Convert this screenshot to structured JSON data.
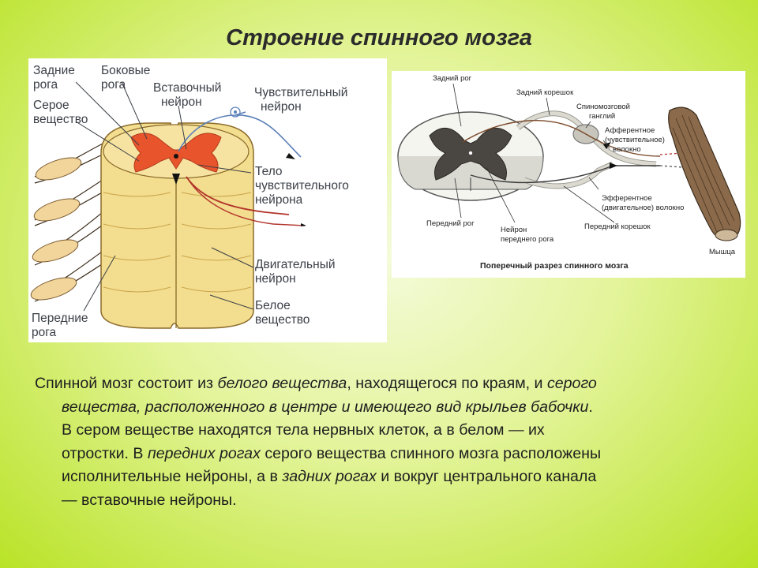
{
  "title": "Строение спинного мозга",
  "left_diagram": {
    "labels": {
      "posterior_horns": [
        "Задние",
        "рога"
      ],
      "lateral_horns": [
        "Боковые",
        "рога"
      ],
      "interneuron": [
        "Вставочный",
        "нейрон"
      ],
      "sensory_neuron": [
        "Чувствительный",
        "нейрон"
      ],
      "gray_matter": [
        "Серое",
        "вещество"
      ],
      "sensory_neuron_body": [
        "Тело",
        "чувствительного",
        "нейрона"
      ],
      "motor_neuron": [
        "Двигательный",
        "нейрон"
      ],
      "white_matter": [
        "Белое",
        "вещество"
      ],
      "anterior_horns": [
        "Передние",
        "рога"
      ]
    }
  },
  "right_diagram": {
    "labels": {
      "posterior_horn": "Задний рог",
      "posterior_root": "Задний корешок",
      "spinal_ganglion": [
        "Спиномозговой",
        "ганглий"
      ],
      "afferent_fiber": [
        "Афферентное",
        "(чувствительное)",
        "волокно"
      ],
      "efferent_fiber": [
        "Эфферентное",
        "(двигательное) волокно"
      ],
      "anterior_horn": "Передний рог",
      "anterior_horn_neuron": [
        "Нейрон",
        "переднего рога"
      ],
      "anterior_root": "Передний корешок",
      "muscle": "Мышца"
    },
    "caption": "Поперечный разрез спинного мозга"
  },
  "paragraph": {
    "s1a": "Спинной мозг состоит из ",
    "s1b": "белого вещества",
    "s1c": ", находящегося по краям, и ",
    "s1d": "серого",
    "s2": "вещества, расположенного в центре и имеющего вид крыльев бабочки",
    "s2end": ".",
    "s3": "В сером веществе находятся тела нервных клеток, а в белом — их",
    "s4a": "отростки. В ",
    "s4b": "передних рогах",
    "s4c": " серого вещества спинного мозга расположены",
    "s5a": "исполнительные нейроны, а в ",
    "s5b": "задних рогах",
    "s5c": " и вокруг центрального канала",
    "s6": "— вставочные нейроны."
  },
  "colors": {
    "white_matter": "#f3dd8e",
    "gray_matter": "#e8542c",
    "label_text": "#3a3f47",
    "nerve_sensory": "#5b7fb8",
    "nerve_motor": "#b2332a"
  }
}
